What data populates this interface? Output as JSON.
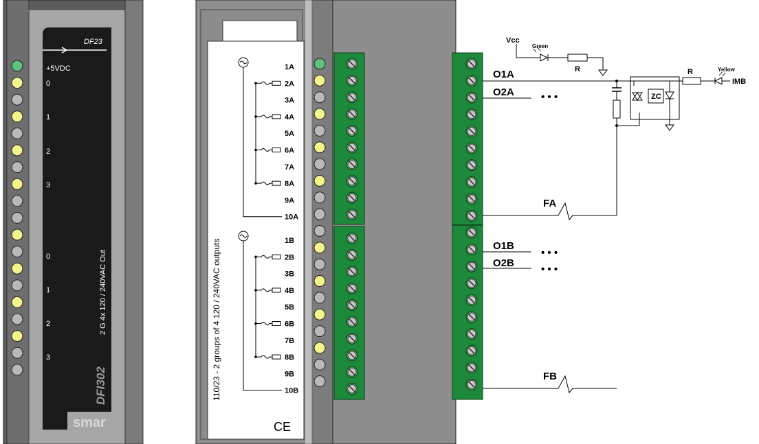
{
  "module": {
    "model": "DF23",
    "power_label": "+5VDC",
    "group_a_numbers": [
      "0",
      "1",
      "2",
      "3"
    ],
    "group_b_numbers": [
      "0",
      "1",
      "2",
      "3"
    ],
    "vertical_label": "2 G 4x 120 / 240VAC Out",
    "brand_model": "DFI302",
    "brand": "smar"
  },
  "panel": {
    "side_label": "110/23 - 2 groups of 4 120 / 240VAC outputs",
    "group_a_pins": [
      "1A",
      "2A",
      "3A",
      "4A",
      "5A",
      "6A",
      "7A",
      "8A",
      "9A",
      "10A"
    ],
    "group_b_pins": [
      "1B",
      "2B",
      "3B",
      "4B",
      "5B",
      "6B",
      "7B",
      "8B",
      "9B",
      "10B"
    ],
    "ce_mark": "CE"
  },
  "leds": {
    "power_color": "#5fbf7f",
    "active_color": "#f4f48c",
    "off_color": "#b9b9b9",
    "module_pattern": [
      2,
      1,
      0,
      1,
      0,
      1,
      0,
      1,
      0,
      0,
      1,
      0,
      1,
      0,
      1,
      0,
      1,
      0,
      0
    ],
    "panel_pattern": [
      2,
      1,
      0,
      1,
      0,
      1,
      0,
      1,
      0,
      0,
      0,
      1,
      0,
      1,
      0,
      1,
      0,
      1,
      0,
      0
    ]
  },
  "schematic": {
    "vcc": "Vcc",
    "green": "Green",
    "r1": "R",
    "r2": "R",
    "yellow": "Yellow",
    "imb": "IMB",
    "zc": "ZC",
    "o1a": "O1A",
    "o2a": "O2A",
    "fa": "FA",
    "o1b": "O1B",
    "o2b": "O2B",
    "fb": "FB",
    "ellipsis": "• • •"
  }
}
